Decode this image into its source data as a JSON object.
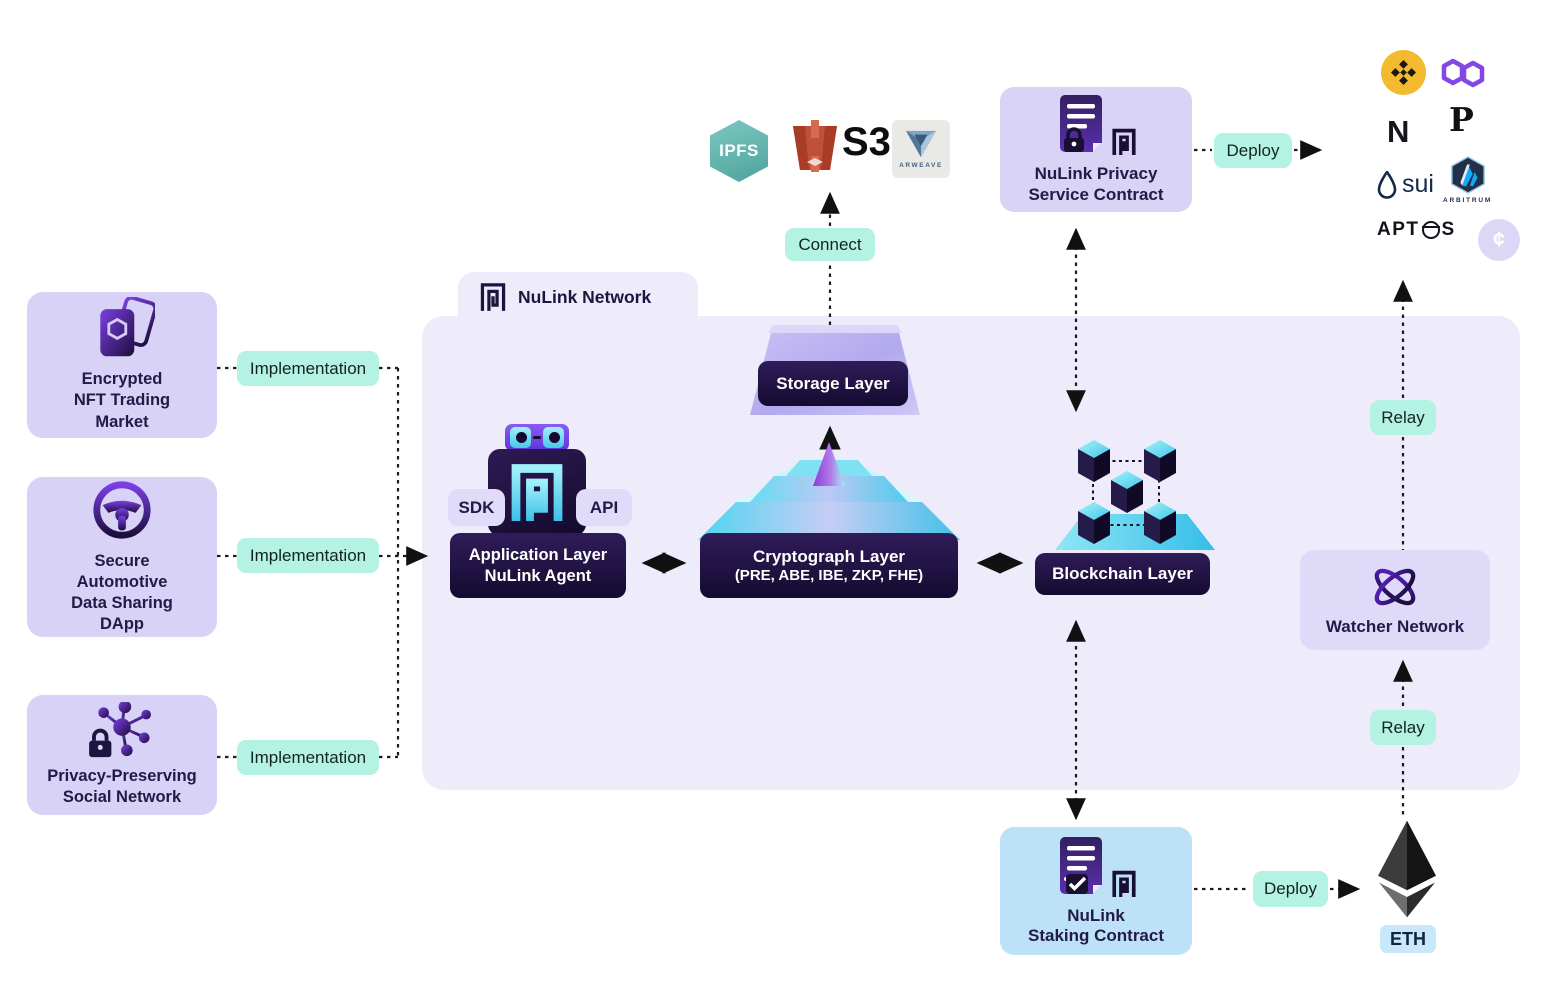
{
  "colors": {
    "mint": "#B4F2E3",
    "lavender_node": "#D8D2F6",
    "network_container": "#EEECFA",
    "dark_navy": "#150B30",
    "staking_blue": "#BDE2F7",
    "binance_yellow": "#F3BA2F",
    "polygon_purple": "#8247E5",
    "polkadot_pink": "#E6007A",
    "arbitrum_blue": "#12AAFF"
  },
  "apps": [
    {
      "lines": [
        "Encrypted",
        "NFT Trading",
        "Market"
      ],
      "connector": "Implementation"
    },
    {
      "lines": [
        "Secure",
        "Automotive",
        "Data Sharing",
        "DApp"
      ],
      "connector": "Implementation"
    },
    {
      "lines": [
        "Privacy-Preserving",
        "Social Network"
      ],
      "connector": "Implementation"
    }
  ],
  "network": {
    "tab": "NuLink Network",
    "application": {
      "line1": "Application Layer",
      "line2": "NuLink Agent",
      "sdk": "SDK",
      "api": "API"
    },
    "storage": {
      "title": "Storage Layer",
      "connect": "Connect"
    },
    "cryptograph": {
      "line1": "Cryptograph Layer",
      "line2": "(PRE, ABE, IBE, ZKP, FHE)"
    },
    "blockchain": {
      "title": "Blockchain Layer"
    }
  },
  "storage_providers": {
    "ipfs": "IPFS",
    "s3": "S3",
    "arweave": "ARWEAVE"
  },
  "privacy_contract": {
    "line1": "NuLink Privacy",
    "line2": "Service Contract",
    "deploy": "Deploy"
  },
  "staking_contract": {
    "line1": "NuLink",
    "line2": "Staking Contract",
    "deploy": "Deploy"
  },
  "watcher": {
    "title": "Watcher Network",
    "relay_top": "Relay",
    "relay_bottom": "Relay"
  },
  "chains": {
    "sui": "sui",
    "arbitrum": "ARBITRUM",
    "aptos_part1": "APT",
    "aptos_part2": "S",
    "coin_symbol": "¢"
  },
  "eth": {
    "label": "ETH"
  }
}
